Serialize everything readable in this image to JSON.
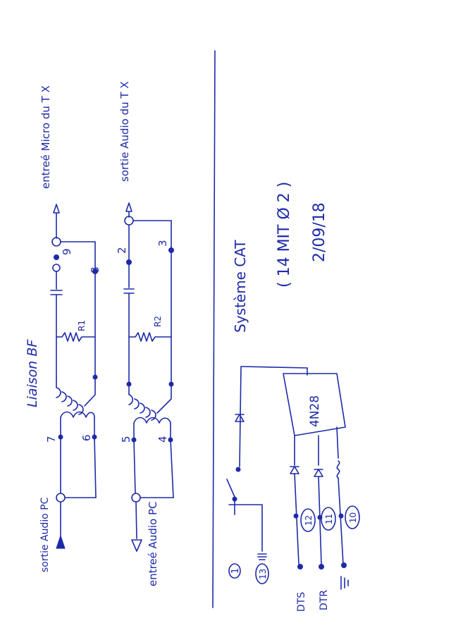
{
  "colors": {
    "ink": "#1d2aa8",
    "paper": "#ffffff"
  },
  "left": {
    "title": "Liaison BF",
    "labels": {
      "entree_micro": "entreé Micro du T X",
      "sortie_audio_tx": "sortie Audio du T X",
      "sortie_audio_pc": "sortie Audio PC",
      "entree_audio_pc": "entreé Audio PC"
    },
    "components": {
      "r1": "R1",
      "r2": "R2"
    },
    "pins": [
      "9",
      "8",
      "2",
      "3",
      "7",
      "6",
      "5",
      "4"
    ]
  },
  "right": {
    "title": "Système CAT",
    "subtitle": "( 14 MIT Ø 2 )",
    "date": "2/09/18",
    "chip": "4N28",
    "pins": [
      "1",
      "13",
      "12",
      "11",
      "10"
    ],
    "signals": [
      "DTS",
      "DTR"
    ]
  }
}
